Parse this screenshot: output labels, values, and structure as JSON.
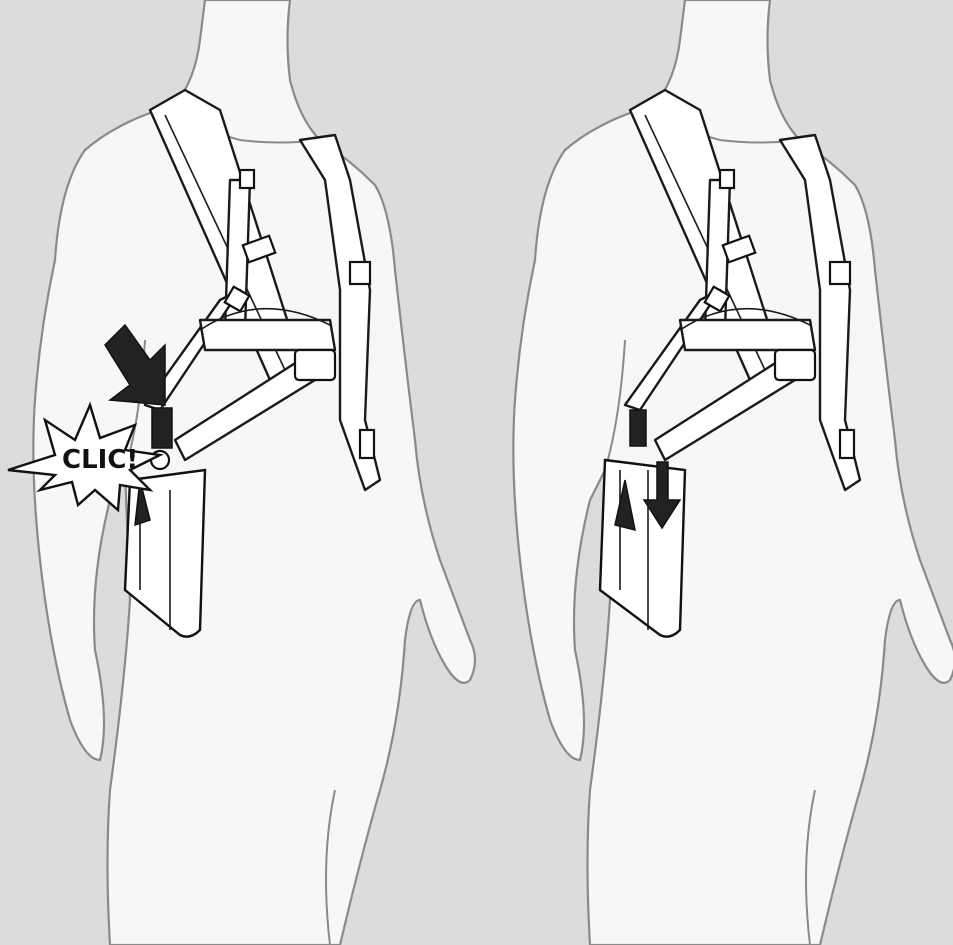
{
  "callout": {
    "text": "CLIC!"
  },
  "colors": {
    "background": "#dcdcdc",
    "figure": "#f7f7f7",
    "outline": "#8a8a8a",
    "ink": "#111111"
  },
  "panels": [
    {
      "id": "left",
      "icons": [
        "attach-arrow-icon",
        "clic-burst-icon"
      ]
    },
    {
      "id": "right",
      "icons": [
        "down-arrow-icon"
      ]
    }
  ]
}
